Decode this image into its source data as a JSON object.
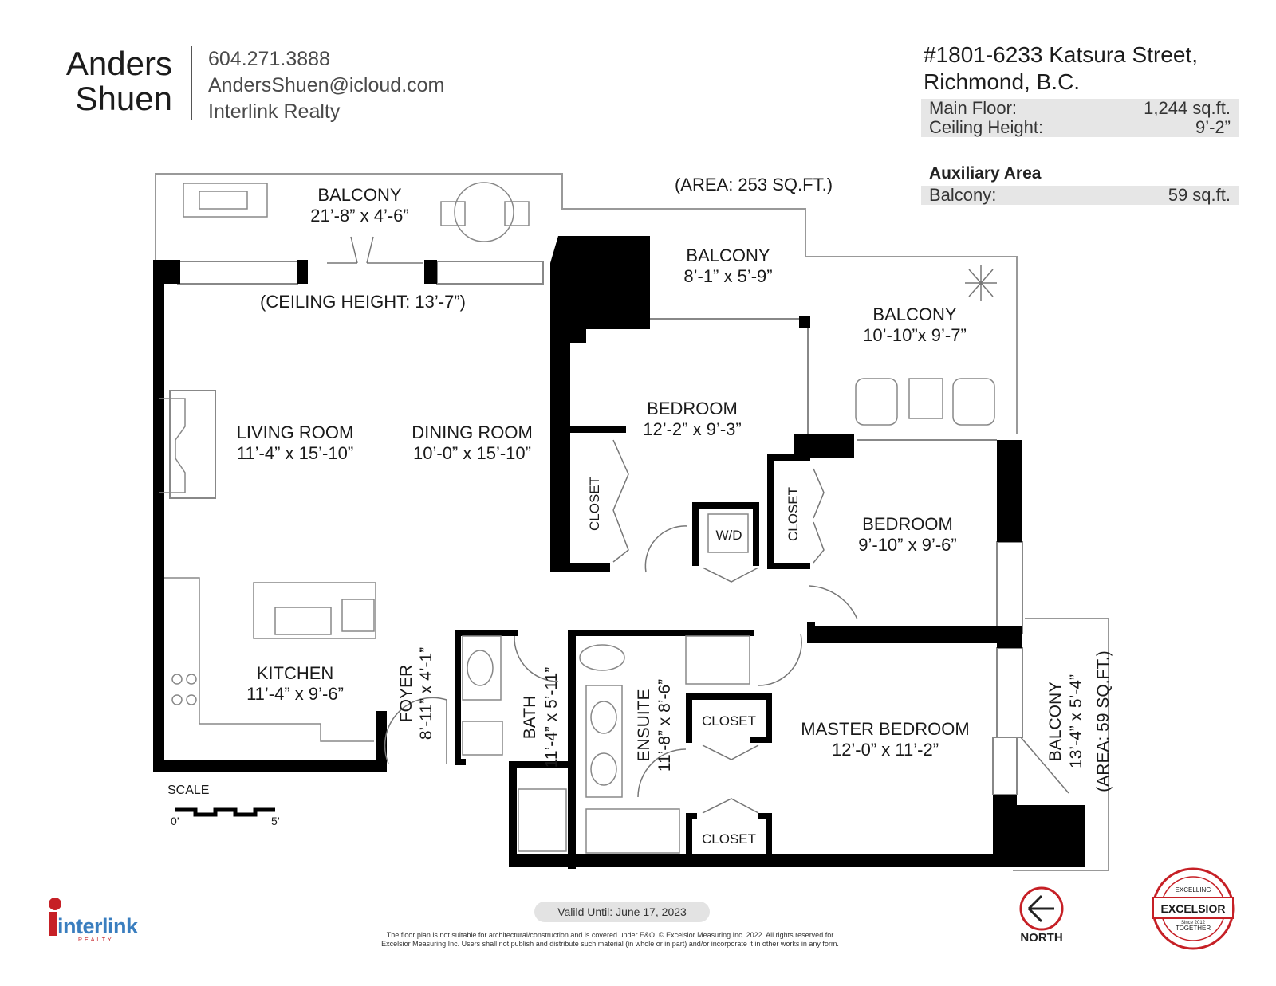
{
  "agent": {
    "name_line1": "Anders",
    "name_line2": "Shuen",
    "phone": "604.271.3888",
    "email": "AndersShuen@icloud.com",
    "brokerage": "Interlink Realty"
  },
  "property": {
    "address_line1": "#1801-6233 Katsura Street,",
    "address_line2": "Richmond, B.C.",
    "areas": [
      {
        "label": "Main Floor:",
        "value": "1,244 sq.ft."
      },
      {
        "label": "Ceiling Height:",
        "value": "9’-2”"
      }
    ],
    "auxiliary_title": "Auxiliary Area",
    "auxiliary": [
      {
        "label": "Balcony:",
        "value": "59 sq.ft."
      }
    ]
  },
  "plan": {
    "top_area_note": "(AREA: 253 SQ.FT.)",
    "ceiling_note": "(CEILING HEIGHT: 13’-7”)",
    "rooms": {
      "balcony_top": {
        "name": "BALCONY",
        "dims": "21’-8”  x  4’-6”"
      },
      "balcony_mid": {
        "name": "BALCONY",
        "dims": "8’-1”  x  5’-9”"
      },
      "balcony_right": {
        "name": "BALCONY",
        "dims": "10’-10”x  9’-7”"
      },
      "living": {
        "name": "LIVING ROOM",
        "dims": "11’-4”  x 15’-10”"
      },
      "dining": {
        "name": "DINING ROOM",
        "dims": "10’-0” x  15’-10”"
      },
      "bedroom1": {
        "name": "BEDROOM",
        "dims": "12’-2”  x  9’-3”"
      },
      "bedroom2": {
        "name": "BEDROOM",
        "dims": "9’-10”  x  9’-6”"
      },
      "kitchen": {
        "name": "KITCHEN",
        "dims": "11’-4”  x  9’-6”"
      },
      "master": {
        "name": "MASTER BEDROOM",
        "dims": "12’-0”  x  11’-2”"
      },
      "foyer": {
        "name": "FOYER",
        "dims": "8’-11”  x  4’-1”"
      },
      "bath": {
        "name": "BATH",
        "dims": "11’-4”  x  5’-11”"
      },
      "ensuite": {
        "name": "ENSUITE",
        "dims": "11’-8”  x  8’-6”"
      },
      "balcony_side": {
        "name": "BALCONY",
        "dims": "13’-4”  x  5’-4”",
        "area": "(AREA: 59 SQ.FT.)"
      }
    },
    "closets": [
      "CLOSET",
      "CLOSET",
      "CLOSET",
      "CLOSET"
    ],
    "wd": "W/D",
    "scale": {
      "title": "SCALE",
      "min": "0’",
      "max": "5’"
    }
  },
  "footer": {
    "valid_until": "Valild Until: June 17, 2023",
    "disclaimer_line1": "The floor plan is not suitable for architectural/construction and is covered under E&O. © Excelsior Measuring Inc. 2022. All rights reserved for",
    "disclaimer_line2": "Excelsior Measuring Inc. Users shall not publish and distribute such material (in whole or in part) and/or incorporate it in other works in any form.",
    "north": "NORTH",
    "brand": "interlink",
    "brand_sub": "REALTY",
    "seal_top": "EXCELLING",
    "seal_mid": "EXCELSIOR",
    "seal_bottom": "TOGETHER",
    "seal_since": "Since 2012"
  },
  "colors": {
    "wall": "#000000",
    "thin": "#888888",
    "seal": "#c62026",
    "brand": "#3a7ebf"
  }
}
